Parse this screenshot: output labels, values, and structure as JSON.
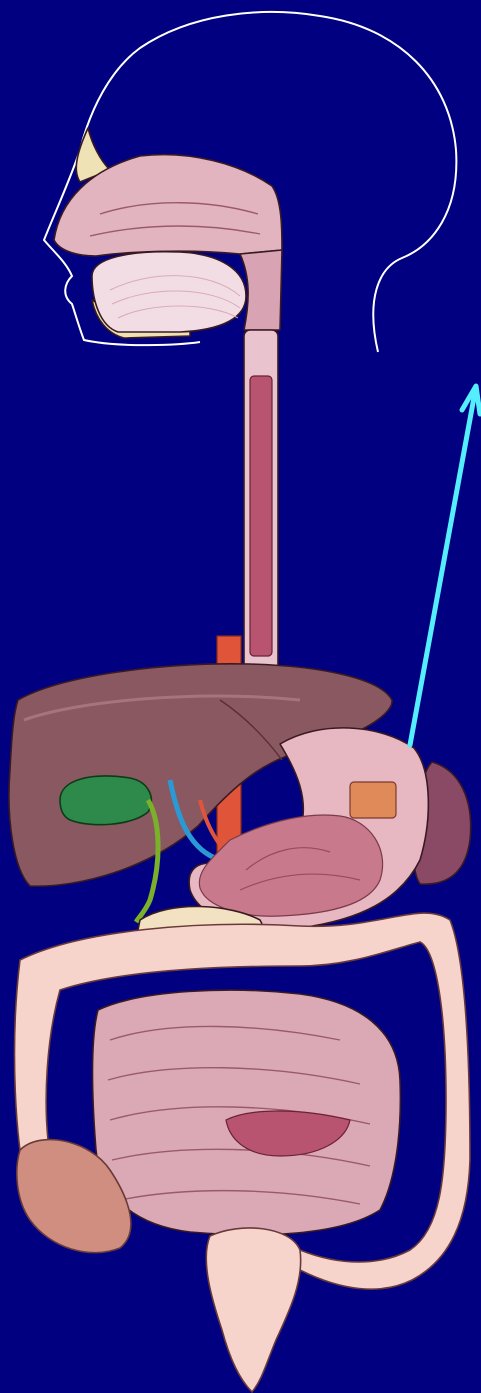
{
  "diagram": {
    "background_color": "#000080",
    "pointer_arrow_color": "#55eeff",
    "head_outline_color": "#ffffff",
    "organs": [
      {
        "name": "nasal-cavity",
        "color": "#e2b4c0"
      },
      {
        "name": "oral-cavity",
        "color": "#f3dde4"
      },
      {
        "name": "esophagus",
        "color": "#b85470"
      },
      {
        "name": "liver",
        "color": "#8a5860"
      },
      {
        "name": "gallbladder",
        "color": "#2e8a4a"
      },
      {
        "name": "stomach",
        "color": "#e8b8c2"
      },
      {
        "name": "spleen",
        "color": "#8a4a66"
      },
      {
        "name": "pancreas",
        "color": "#f2e2c2"
      },
      {
        "name": "small-intestine",
        "color": "#dba8b6"
      },
      {
        "name": "large-intestine",
        "color": "#f6d4cc"
      },
      {
        "name": "appendix",
        "color": "#d08e80"
      },
      {
        "name": "rectum",
        "color": "#f6d4cc"
      }
    ]
  }
}
